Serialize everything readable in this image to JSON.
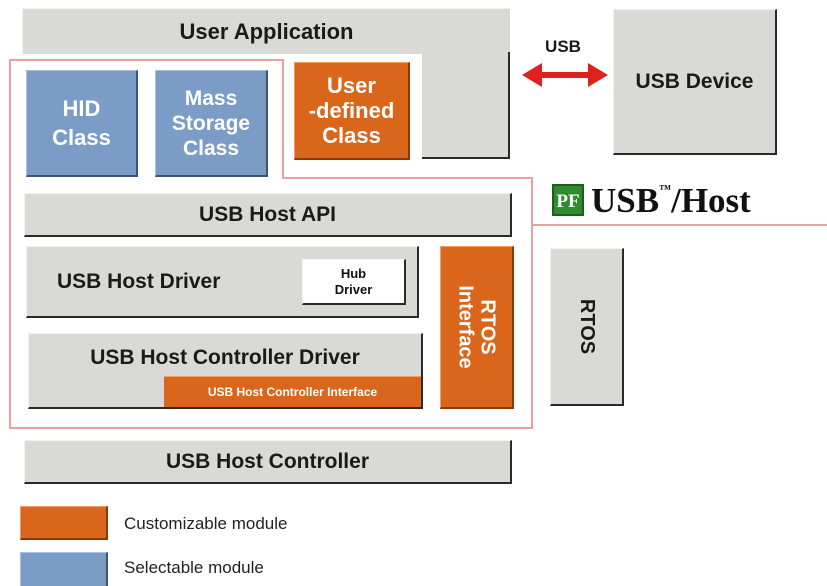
{
  "blocks": {
    "user_application": "User Application",
    "usb_link": "USB",
    "usb_device": "USB Device",
    "hid_class": "HID\nClass",
    "mass_storage_class": "Mass\nStorage\nClass",
    "user_defined_class": "User\n-defined\nClass",
    "usb_host_api": "USB Host API",
    "usb_host_driver": "USB Host Driver",
    "hub_driver": "Hub\nDriver",
    "usb_host_controller_driver": "USB Host Controller Driver",
    "usb_host_controller_interface": "USB Host Controller Interface",
    "rtos_interface": "RTOS\nInterface",
    "rtos": "RTOS",
    "usb_host_controller": "USB Host Controller"
  },
  "product_logo": {
    "mark": "PF",
    "name": "USB",
    "trademark": "™",
    "suffix": "/Host"
  },
  "legend": [
    {
      "label": "Customizable module",
      "color": "#d9661a"
    },
    {
      "label": "Selectable module",
      "color": "#7b9cc6"
    }
  ],
  "colors": {
    "customizable": "#d9661a",
    "selectable": "#7b9cc6",
    "fixed": "#d9d9d6",
    "boundary": "#e8a0a0",
    "arrow": "#e0201c"
  }
}
